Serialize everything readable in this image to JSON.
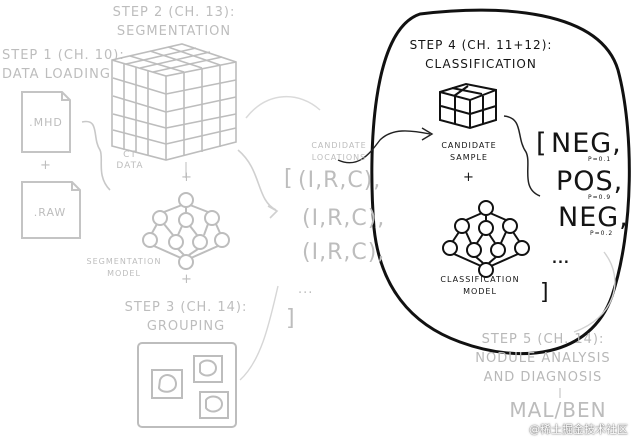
{
  "step1": {
    "title_line1": "STEP 1 (CH. 10):",
    "title_line2": "DATA LOADING",
    "file1": ".MHD",
    "plus": "+",
    "file2": ".RAW"
  },
  "step2": {
    "title_line1": "STEP 2 (CH. 13):",
    "title_line2": "SEGMENTATION",
    "ct_line1": "CT",
    "ct_line2": "DATA",
    "plus": "+",
    "model_line1": "SEGMENTATION",
    "model_line2": "MODEL",
    "plus2": "+"
  },
  "candidates": {
    "label_line1": "CANDIDATE",
    "label_line2": "LOCATIONS",
    "open_bracket": "[",
    "tuples": [
      "(I,R,C),",
      "(I,R,C),",
      "(I,R,C),"
    ],
    "ellipsis": "...",
    "close_bracket": "]"
  },
  "step3": {
    "title_line1": "STEP 3 (CH. 14):",
    "title_line2": "GROUPING"
  },
  "step4": {
    "title_line1": "STEP 4 (CH. 11+12):",
    "title_line2": "CLASSIFICATION",
    "sample_line1": "CANDIDATE",
    "sample_line2": "SAMPLE",
    "plus": "+",
    "model_line1": "CLASSIFICATION",
    "model_line2": "MODEL",
    "open_bracket": "[",
    "results": [
      {
        "label": "NEG,",
        "prob": "P=0.1"
      },
      {
        "label": "POS,",
        "prob": "P=0.9"
      },
      {
        "label": "NEG,",
        "prob": "P=0.2"
      }
    ],
    "ellipsis": "...",
    "close_bracket": "]"
  },
  "step5": {
    "title_line1": "STEP 5 (CH. 14):",
    "title_line2": "NODULE ANALYSIS",
    "title_line3": "AND DIAGNOSIS",
    "result": "MAL/BEN"
  },
  "watermark": "@稀土掘金技术社区"
}
